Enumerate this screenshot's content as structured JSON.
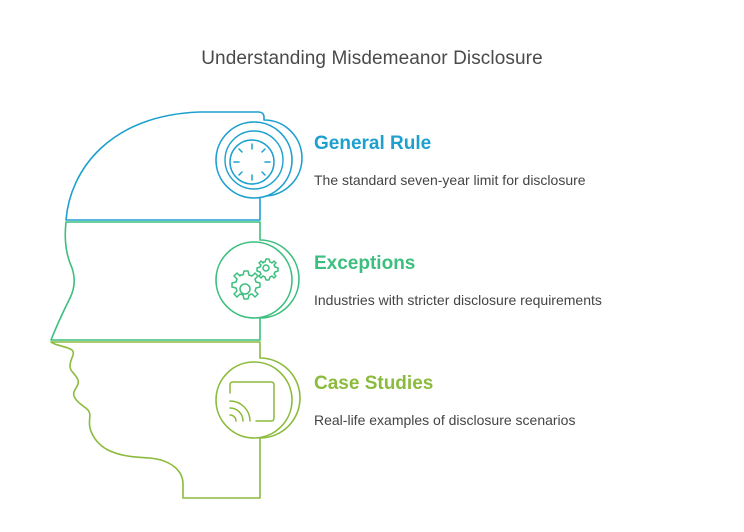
{
  "title": "Understanding Misdemeanor Disclosure",
  "colors": {
    "blue": "#1ea0cf",
    "green": "#3cbf7e",
    "olive": "#8bbb3c"
  },
  "items": [
    {
      "heading": "General Rule",
      "description": "The standard seven-year limit for disclosure",
      "icon": "clock-icon",
      "color": "#1ea0cf"
    },
    {
      "heading": "Exceptions",
      "description": "Industries with stricter disclosure requirements",
      "icon": "gears-icon",
      "color": "#3cbf7e"
    },
    {
      "heading": "Case Studies",
      "description": "Real-life examples of disclosure scenarios",
      "icon": "cast-screen-icon",
      "color": "#8bbb3c"
    }
  ]
}
